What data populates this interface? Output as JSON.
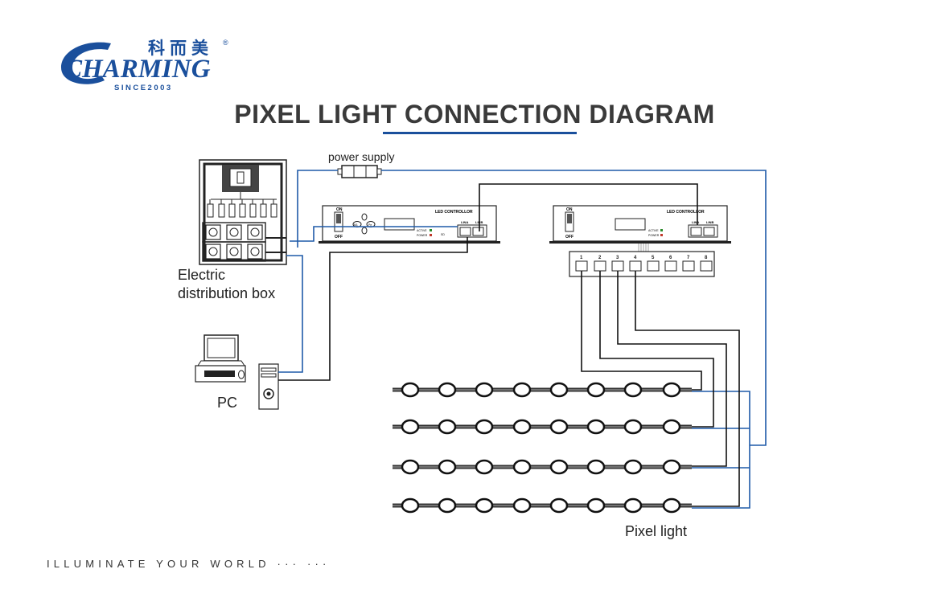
{
  "logo": {
    "chinese": "科而美",
    "registered": "®",
    "wordmark": "CHARMING",
    "since": "SINCE2003",
    "brand_color": "#1a4f9c"
  },
  "title": "PIXEL LIGHT CONNECTION DIAGRAM",
  "tagline": "ILLUMINATE YOUR WORLD  ··· ···",
  "labels": {
    "power_supply": "power supply",
    "distribution_box_line1": "Electric",
    "distribution_box_line2": "distribution box",
    "pc": "PC",
    "pixel_light": "Pixel light"
  },
  "controller_main": {
    "on": "ON",
    "off": "OFF",
    "name": "LED CONTROLLOR",
    "line_a": "LINA",
    "line_b": "LINB",
    "active": "ACTIVE",
    "power": "POWER",
    "sd": "SD",
    "btn_a": "M1",
    "btn_b": "Pe"
  },
  "controller_slave": {
    "on": "ON",
    "off": "OFF",
    "name": "LED CONTROLLOR",
    "line_a": "LINA",
    "line_b": "LINB",
    "active": "ACTIVE",
    "power": "POWER"
  },
  "ports": [
    "1",
    "2",
    "3",
    "4",
    "5",
    "6",
    "7",
    "8"
  ],
  "colors": {
    "wire_blue": "#1f5aa8",
    "wire_black": "#111111",
    "title_gray": "#3a3a3a"
  }
}
